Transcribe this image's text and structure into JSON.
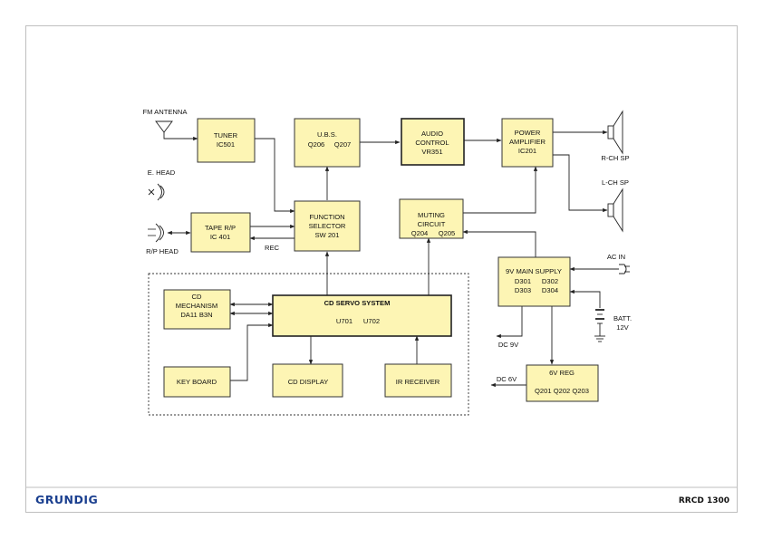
{
  "brand": "GRUNDIG",
  "model": "RRCD 1300",
  "labels": {
    "fm_antenna": "FM ANTENNA",
    "e_head": "E. HEAD",
    "rp_head": "R/P HEAD",
    "rec": "REC",
    "r_ch_sp": "R-CH SP",
    "l_ch_sp": "L-CH SP",
    "ac_in": "AC IN",
    "batt": "BATT.",
    "batt_v": "12V",
    "dc_9v": "DC 9V",
    "dc_6v": "DC 6V"
  },
  "blocks": {
    "tuner": [
      "TUNER",
      "IC501"
    ],
    "ubs": [
      "U.B.S.",
      "Q206",
      "Q207"
    ],
    "audio_control": [
      "AUDIO",
      "CONTROL",
      "VR351"
    ],
    "power_amp": [
      "POWER",
      "AMPLIFIER",
      "IC201"
    ],
    "tape_rp": [
      "TAPE R/P",
      "IC 401"
    ],
    "function_selector": [
      "FUNCTION",
      "SELECTOR",
      "SW 201"
    ],
    "muting": [
      "MUTING",
      "CIRCUIT",
      "Q204",
      "Q205"
    ],
    "main_supply": [
      "9V MAIN SUPPLY",
      "D301",
      "D302",
      "D303",
      "D304"
    ],
    "cd_mechanism": [
      "CD",
      "MECHANISM",
      "DA11 B3N"
    ],
    "cd_servo": [
      "CD SERVO SYSTEM",
      "U701",
      "U702"
    ],
    "keyboard": [
      "KEY BOARD"
    ],
    "cd_display": [
      "CD DISPLAY"
    ],
    "ir_receiver": [
      "IR RECEIVER"
    ],
    "reg_6v": [
      "6V REG",
      "Q201 Q202 Q203"
    ]
  },
  "colors": {
    "block_fill": "#fdf5b4",
    "brand": "#1a3f8f",
    "frame": "#bfbfbf"
  }
}
